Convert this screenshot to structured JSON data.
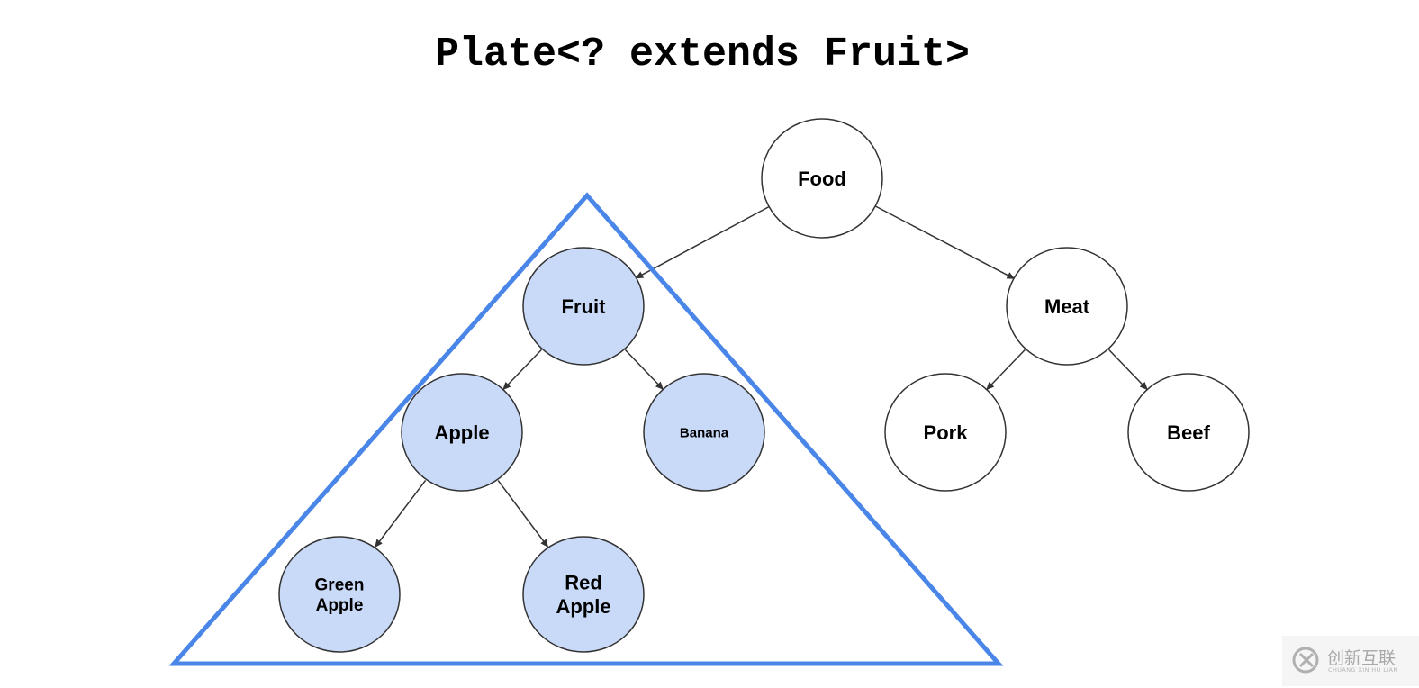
{
  "title": "Plate<? extends Fruit>",
  "colors": {
    "highlight_fill": "#c9daf8",
    "plain_fill": "#ffffff",
    "stroke": "#333333",
    "triangle_stroke": "#4a86e8"
  },
  "nodes": [
    {
      "id": "food",
      "lines": [
        "Food"
      ],
      "highlighted": false
    },
    {
      "id": "fruit",
      "lines": [
        "Fruit"
      ],
      "highlighted": true
    },
    {
      "id": "meat",
      "lines": [
        "Meat"
      ],
      "highlighted": false
    },
    {
      "id": "apple",
      "lines": [
        "Apple"
      ],
      "highlighted": true
    },
    {
      "id": "banana",
      "lines": [
        "Banana"
      ],
      "highlighted": true
    },
    {
      "id": "pork",
      "lines": [
        "Pork"
      ],
      "highlighted": false
    },
    {
      "id": "beef",
      "lines": [
        "Beef"
      ],
      "highlighted": false
    },
    {
      "id": "green-apple",
      "lines": [
        "Green",
        "Apple"
      ],
      "highlighted": true
    },
    {
      "id": "red-apple",
      "lines": [
        "Red",
        "Apple"
      ],
      "highlighted": true
    }
  ],
  "edges": [
    {
      "from": "food",
      "to": "fruit"
    },
    {
      "from": "food",
      "to": "meat"
    },
    {
      "from": "fruit",
      "to": "apple"
    },
    {
      "from": "fruit",
      "to": "banana"
    },
    {
      "from": "meat",
      "to": "pork"
    },
    {
      "from": "meat",
      "to": "beef"
    },
    {
      "from": "apple",
      "to": "green-apple"
    },
    {
      "from": "apple",
      "to": "red-apple"
    }
  ],
  "watermark": {
    "text": "创新互联",
    "subtext": "CHUANG XIN HU LIAN"
  }
}
